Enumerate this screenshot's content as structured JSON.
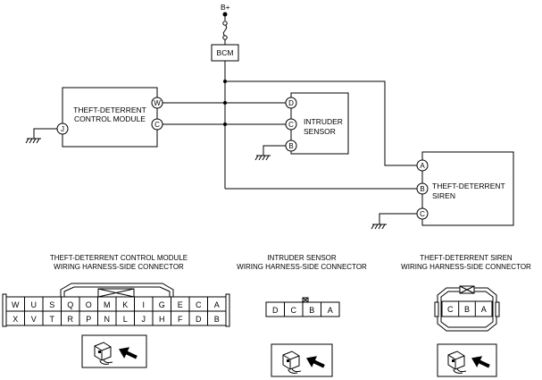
{
  "supply": {
    "label": "B+"
  },
  "bcm": {
    "label": "BCM"
  },
  "control_module": {
    "line1": "THEFT-DETERRENT",
    "line2": "CONTROL MODULE",
    "pins": {
      "w": "W",
      "c": "C",
      "j": "J"
    }
  },
  "intruder_sensor": {
    "line1": "INTRUDER",
    "line2": "SENSOR",
    "pins": {
      "d": "D",
      "c": "C",
      "b": "B"
    }
  },
  "siren": {
    "line1": "THEFT-DETERRENT",
    "line2": "SIREN",
    "pins": {
      "a": "A",
      "b": "B",
      "c": "C"
    }
  },
  "connectors": {
    "control_module": {
      "title1": "THEFT-DETERRENT CONTROL MODULE",
      "title2": "WIRING HARNESS-SIDE CONNECTOR",
      "top_row": [
        "W",
        "U",
        "S",
        "Q",
        "O",
        "M",
        "K",
        "I",
        "G",
        "E",
        "C",
        "A"
      ],
      "bottom_row": [
        "X",
        "V",
        "T",
        "R",
        "P",
        "N",
        "L",
        "J",
        "H",
        "F",
        "D",
        "B"
      ]
    },
    "intruder_sensor": {
      "title1": "INTRUDER SENSOR",
      "title2": "WIRING HARNESS-SIDE CONNECTOR",
      "row": [
        "D",
        "C",
        "B",
        "A"
      ]
    },
    "siren": {
      "title1": "THEFT-DETERRENT SIREN",
      "title2": "WIRING HARNESS-SIDE CONNECTOR",
      "row": [
        "C",
        "B",
        "A"
      ]
    }
  }
}
